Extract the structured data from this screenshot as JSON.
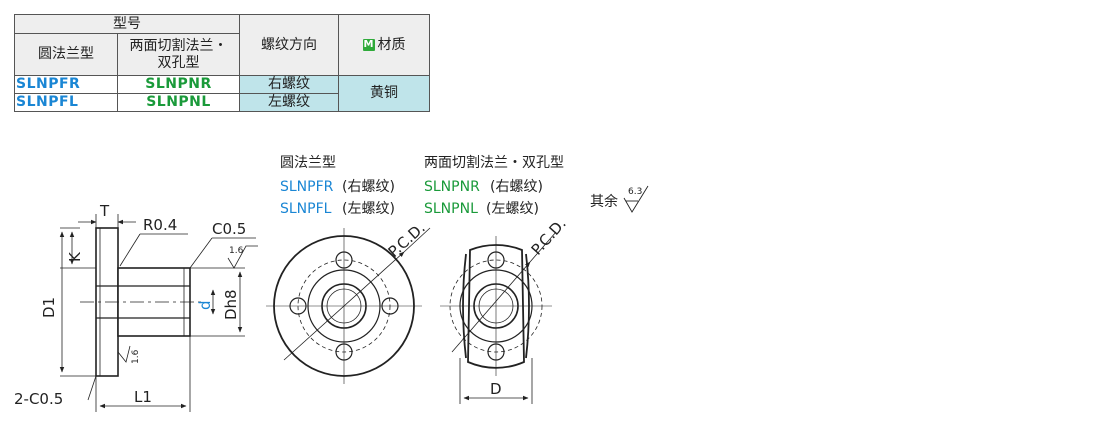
{
  "table": {
    "header": {
      "model": "型号",
      "round_flange": "圆法兰型",
      "cut_flange_line1": "两面切割法兰・",
      "cut_flange_line2": "双孔型",
      "thread_direction": "螺纹方向",
      "material_badge": "M",
      "material": "材质"
    },
    "rows": [
      {
        "round": "SLNPFR",
        "cut": "SLNPNR",
        "direction": "右螺纹"
      },
      {
        "round": "SLNPFL",
        "cut": "SLNPNL",
        "direction": "左螺纹"
      }
    ],
    "material_value": "黄铜"
  },
  "diagram": {
    "side_view": {
      "T": "T",
      "R": "R0.4",
      "C05": "C0.5",
      "rough_16_top": "1.6",
      "K": "K",
      "D1": "D1",
      "d": "d",
      "Dh8": "Dh8",
      "rough_16_bottom": "1.6",
      "chamfer": "2-C0.5",
      "L1": "L1"
    },
    "round_view": {
      "title": "圆法兰型",
      "model_r": "SLNPFR",
      "dir_r": "(右螺纹)",
      "model_l": "SLNPFL",
      "dir_l": "(左螺纹)",
      "pcd": "P.C.D."
    },
    "cut_view": {
      "title": "两面切割法兰・双孔型",
      "model_r": "SLNPNR",
      "dir_r": "(右螺纹)",
      "model_l": "SLNPNL",
      "dir_l": " (左螺纹)",
      "pcd": "P.C.D.",
      "D": "D"
    },
    "roughness_note": "其余",
    "roughness_value": "6.3"
  }
}
